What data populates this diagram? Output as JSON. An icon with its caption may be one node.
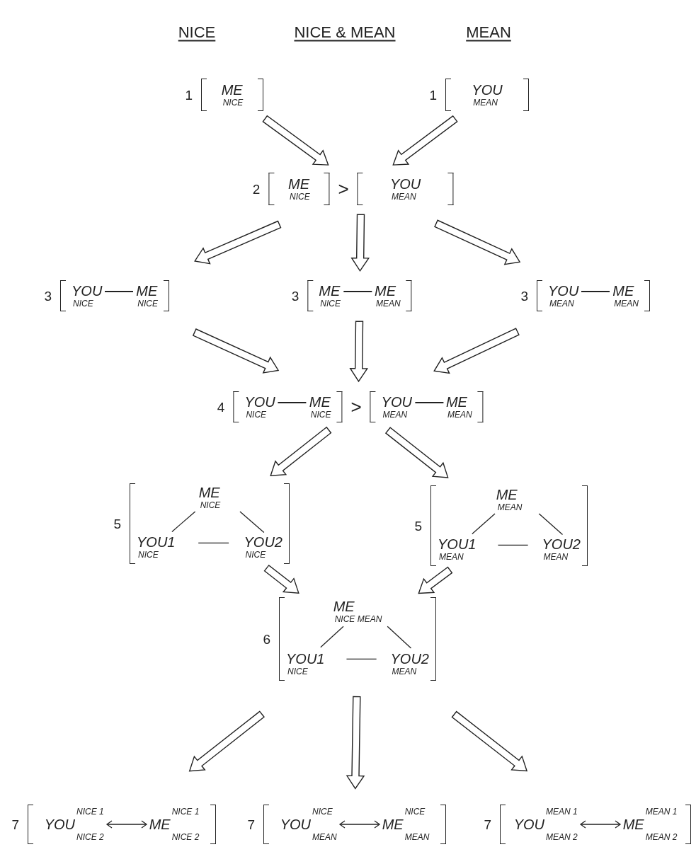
{
  "diagram": {
    "nodes": [
      {
        "text": [
          "ME$_{NICE}$"
        ],
        "beside": [
          "1"
        ]
      },
      {
        "text": [
          "YOU$_{MEAN}$"
        ],
        "beside": [
          "1"
        ]
      },
      {
        "text": [
          ">"
        ],
        "beside": [
          "2"
        ]
      },
      {
        "text": [
          "ME$_{NICE}$"
        ],
        "in": 2
      },
      {
        "text": [
          "YOU$_{MEAN}$"
        ],
        "in": 2
      },
      {
        "text": [
          "YOU$_{NICE}$",
          "ME$_{NICE}$"
        ],
        "beside": [
          "3"
        ]
      },
      {
        "text": [
          "ME$_{NICE}$",
          "ME$_{MEAN}$"
        ],
        "beside": [
          "3"
        ]
      },
      {
        "text": [
          "YOU$_{MEAN}$",
          "ME$_{MEAN}$"
        ],
        "beside": [
          "3"
        ]
      },
      {
        "text": [
          ">"
        ],
        "beside": [
          "4"
        ]
      },
      {
        "text": [
          "YOU$_{NICE}$",
          "ME$_{NICE}$"
        ],
        "in": 8
      },
      {
        "text": [
          "YOU$_{MEAN}$",
          "ME$_{MEAN}$"
        ],
        "in": 8
      },
      {
        "text": [
          "ME$_{NICE}$",
          "YOU1$_{NICE}$",
          "YOU2$_{NICE}$"
        ],
        "beside": [
          "5"
        ]
      },
      {
        "text": [
          "ME$_{MEAN}$",
          "YOU1$_{MEAN}$",
          "YOU2$_{MEAN}$"
        ],
        "beside": [
          "5"
        ]
      },
      {
        "text": [
          "ME$_{NICE MEAN}$",
          "YOU1$_{NICE}$",
          "YOU2$_{MEAN}$"
        ],
        "beside": [
          "6"
        ]
      },
      {
        "text": [
          "YOU$^{NICE 1}$$_{NICE 2}$",
          "ME$^{NICE 1}$$_{NICE 2}$"
        ],
        "beside": [
          "7"
        ]
      },
      {
        "text": [
          "YOU$^{NICE}$$_{MEAN}$",
          "ME$^{NICE}$$_{MEAN}$"
        ],
        "beside": [
          "7"
        ]
      },
      {
        "text": [
          "YOU$^{MEAN 1}$$_{MEAN 2}$",
          "ME$^{MEAN 1}$$_{MEAN 2}$"
        ],
        "beside": [
          "7"
        ]
      }
    ],
    "edges": [
      {
        "from": 0,
        "to": 2,
        "arrow": "to",
        "style": "thick"
      },
      {
        "from": 1,
        "to": 2,
        "arrow": "to",
        "style": "thick"
      },
      {
        "from": 2,
        "to": 5,
        "arrow": "to",
        "style": "thick"
      },
      {
        "from": 2,
        "to": 6,
        "arrow": "to",
        "style": "thick"
      },
      {
        "from": 2,
        "to": 7,
        "arrow": "to",
        "style": "thick"
      },
      {
        "from": 5,
        "to": 8,
        "arrow": "to",
        "style": "thick"
      },
      {
        "from": 6,
        "to": 8,
        "arrow": "to",
        "style": "thick"
      },
      {
        "from": 7,
        "to": 8,
        "arrow": "to",
        "style": "thick"
      },
      {
        "from": 8,
        "to": 11,
        "arrow": "to",
        "style": "thick"
      },
      {
        "from": 8,
        "to": 12,
        "arrow": "to",
        "style": "thick"
      },
      {
        "from": 11,
        "to": 13,
        "arrow": "to",
        "style": "thick"
      },
      {
        "from": 12,
        "to": 13,
        "arrow": "to",
        "style": "thick"
      },
      {
        "from": 13,
        "to": 14,
        "arrow": "to",
        "style": "thick"
      },
      {
        "from": 13,
        "to": 15,
        "arrow": "to",
        "style": "thick"
      },
      {
        "from": 13,
        "to": 16,
        "arrow": "to",
        "style": "thick"
      }
    ],
    "labels": [
      "NICE",
      "NICE & MEAN",
      "MEAN"
    ]
  }
}
